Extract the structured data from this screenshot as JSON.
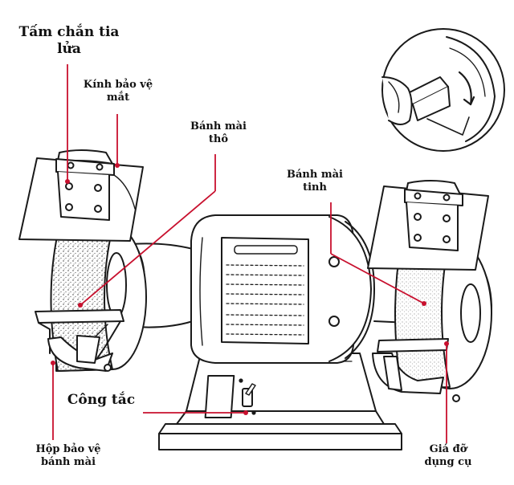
{
  "labels": {
    "spark_guard": [
      "Tấm chắn tia",
      "lửa"
    ],
    "eye_shield": [
      "Kính bảo vệ",
      "mắt"
    ],
    "coarse_wheel": [
      "Bánh mài",
      "thô"
    ],
    "fine_wheel": [
      "Bánh mài",
      "tinh"
    ],
    "switch": "Công tắc",
    "wheel_guard": [
      "Hộp bảo vệ",
      "bánh mài"
    ],
    "tool_rest": [
      "Giá đỡ",
      "dụng cụ"
    ]
  },
  "colors": {
    "line": "#1a1a1a",
    "leader": "#c8102e",
    "fill": "#ffffff"
  }
}
